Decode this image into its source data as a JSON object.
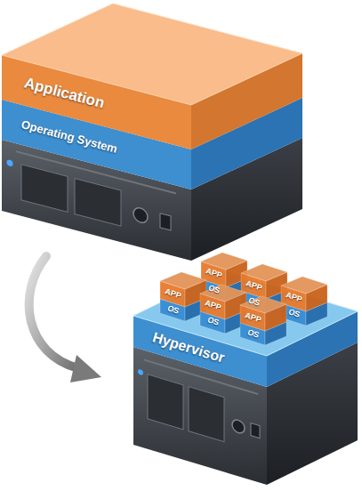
{
  "diagram": {
    "nodes": [
      {
        "text": [
          "Application"
        ]
      },
      {
        "text": [
          "Operating System"
        ]
      },
      {
        "text": [
          "Hypervisor"
        ]
      },
      {
        "text": [
          "APP",
          "OS"
        ]
      },
      {
        "text": [
          "APP",
          "OS"
        ]
      },
      {
        "text": [
          "APP",
          "OS"
        ]
      },
      {
        "text": [
          "APP",
          "OS"
        ]
      },
      {
        "text": [
          "APP",
          "OS"
        ]
      },
      {
        "text": [
          "APP",
          "OS"
        ]
      }
    ]
  }
}
